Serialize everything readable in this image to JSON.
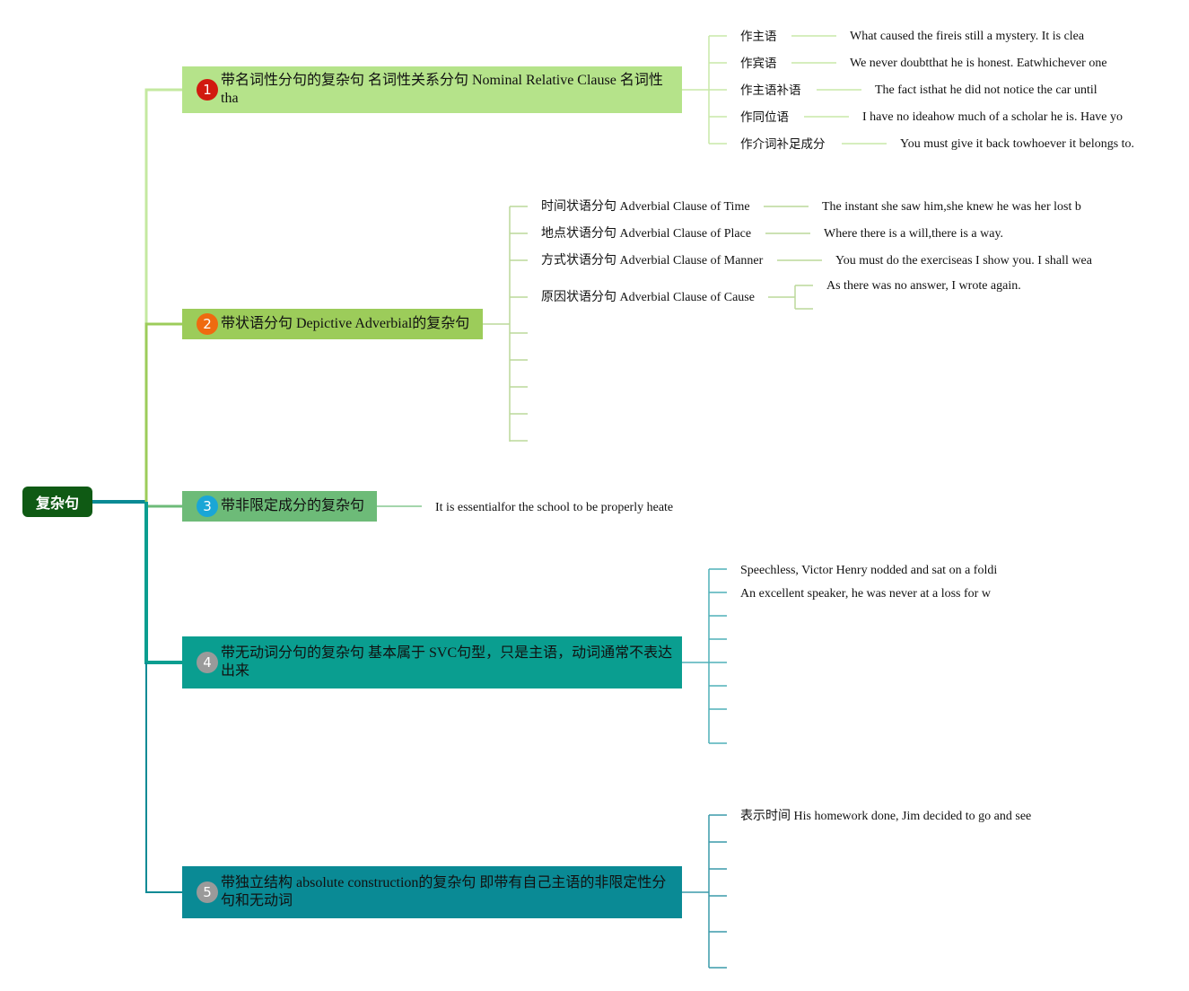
{
  "root": {
    "label": "复杂句"
  },
  "branches": [
    {
      "num": "1",
      "label": "带名词性分句的复杂句 名词性关系分句 Nominal Relative Clause 名词性tha",
      "children": [
        {
          "label": "作主语",
          "example": "What caused the fireis still a mystery. It is clea"
        },
        {
          "label": "作宾语",
          "example": "We never doubtthat he is honest. Eatwhichever one"
        },
        {
          "label": "作主语补语",
          "example": "The fact isthat he did not notice the car until"
        },
        {
          "label": "作同位语",
          "example": "I have no ideahow much of a scholar he is. Have yo"
        },
        {
          "label": "作介词补足成分",
          "example": "You must give it back towhoever it belongs to."
        }
      ]
    },
    {
      "num": "2",
      "label": "带状语分句 Depictive Adverbial的复杂句",
      "children": [
        {
          "label": "时间状语分句 Adverbial Clause of Time",
          "example": "The instant she saw him,she knew he was her lost b"
        },
        {
          "label": "地点状语分句 Adverbial Clause of Place",
          "example": "Where there is a will,there is a way."
        },
        {
          "label": "方式状语分句 Adverbial Clause of Manner",
          "example": "You must do the exerciseas I show you. I shall wea"
        },
        {
          "label": "原因状语分句 Adverbial Clause of Cause",
          "example": "As there was no answer, I wrote again."
        }
      ]
    },
    {
      "num": "3",
      "label": "带非限定成分的复杂句",
      "children": [
        {
          "example": "It is essentialfor the school to be properly heate"
        }
      ]
    },
    {
      "num": "4",
      "label": "带无动词分句的复杂句 基本属于 SVC句型，只是主语，动词通常不表达出来",
      "children": [
        {
          "example": "Speechless, Victor Henry nodded and sat on a foldi"
        },
        {
          "example": "An excellent speaker, he was never at a loss for w"
        }
      ]
    },
    {
      "num": "5",
      "label": "带独立结构 absolute construction的复杂句 即带有自己主语的非限定性分句和无动词",
      "children": [
        {
          "example": "表示时间 His homework done, Jim decided to go and see"
        }
      ]
    }
  ],
  "colors": {
    "root": "#0f5a14",
    "branch1": "#b5e38a",
    "branch2": "#9ccc5a",
    "branch3": "#6dbb78",
    "branch4": "#0a9e90",
    "branch5": "#0a8a95",
    "badge1": "#d11a0f",
    "badge2": "#ef6a10",
    "badge3": "#1aa6d6",
    "badge4": "#9a9a9a",
    "badge5": "#9a9a9a"
  }
}
